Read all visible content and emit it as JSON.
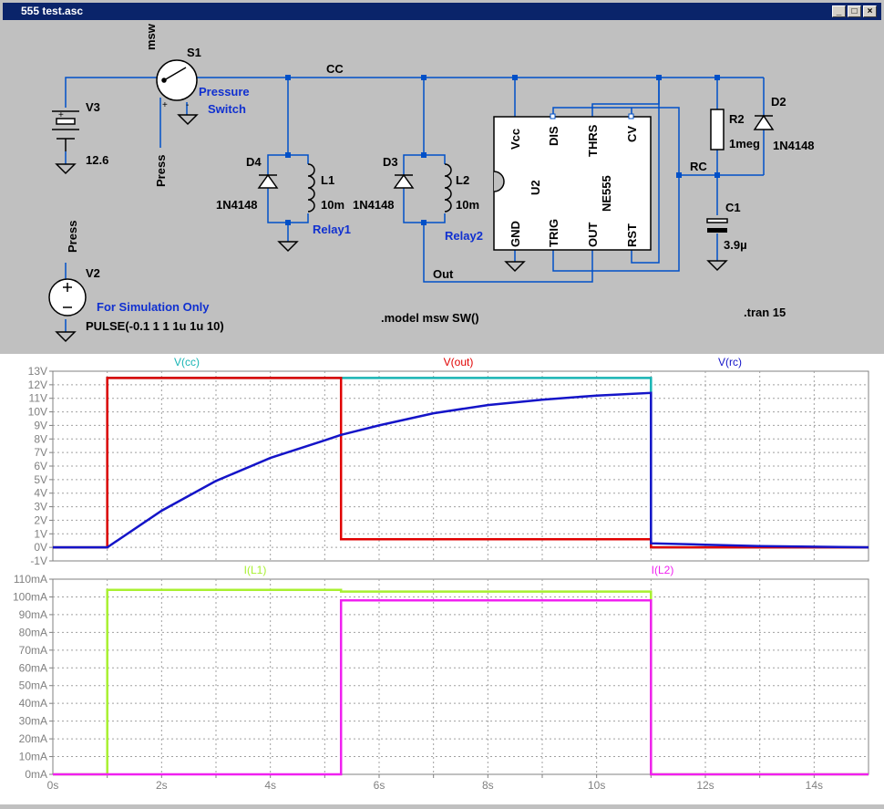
{
  "window": {
    "title": "555 test.asc",
    "buttons": [
      "_",
      "□",
      "×"
    ]
  },
  "schematic": {
    "net_cc": "CC",
    "net_rc": "RC",
    "net_out": "Out",
    "net_press": "Press",
    "v3": {
      "name": "V3",
      "value": "12.6"
    },
    "s1": {
      "name": "S1",
      "model": "msw",
      "note1": "Pressure",
      "note2": "Switch"
    },
    "d4": {
      "name": "D4",
      "model": "1N4148"
    },
    "l1": {
      "name": "L1",
      "value": "10m",
      "note": "Relay1"
    },
    "d3": {
      "name": "D3",
      "model": "1N4148"
    },
    "l2": {
      "name": "L2",
      "value": "10m",
      "note": "Relay2"
    },
    "u2": {
      "name": "U2",
      "part": "NE555",
      "pins": {
        "vcc": "Vcc",
        "dis": "DIS",
        "thrs": "THRS",
        "cv": "CV",
        "gnd": "GND",
        "trig": "TRIG",
        "out": "OUT",
        "rst": "RST"
      }
    },
    "r2": {
      "name": "R2",
      "value": "1meg"
    },
    "d2": {
      "name": "D2",
      "model": "1N4148"
    },
    "c1": {
      "name": "C1",
      "value": "3.9µ"
    },
    "v2": {
      "name": "V2",
      "value": "PULSE(-0.1 1 1 1u 1u 10)",
      "note": "For Simulation Only"
    },
    "directive_model": ".model msw SW()",
    "directive_tran": ".tran 15",
    "plus_sign": "+",
    "minus_sign": "-"
  },
  "colors": {
    "vcc": "#18b4b4",
    "vout": "#e00000",
    "vrc": "#1414c8",
    "il1": "#a8f030",
    "il2": "#f020f0",
    "wire": "#0050c8",
    "note": "#1030d0"
  },
  "chart_data": [
    {
      "type": "line",
      "title": "",
      "xlabel": "",
      "ylabel": "",
      "xlim": [
        0,
        15
      ],
      "ylim": [
        -1,
        13
      ],
      "grid": true,
      "y_ticks": [
        "13V",
        "12V",
        "11V",
        "10V",
        "9V",
        "8V",
        "7V",
        "6V",
        "5V",
        "4V",
        "3V",
        "2V",
        "1V",
        "0V",
        "-1V"
      ],
      "series": [
        {
          "name": "V(cc)",
          "x": [
            0,
            1,
            1,
            11,
            11,
            15
          ],
          "y": [
            0,
            0,
            12.5,
            12.5,
            0,
            0
          ]
        },
        {
          "name": "V(out)",
          "x": [
            0,
            1,
            1,
            5.3,
            5.3,
            11,
            11,
            15
          ],
          "y": [
            0,
            0,
            12.5,
            12.5,
            0.6,
            0.6,
            0,
            0
          ]
        },
        {
          "name": "V(rc)",
          "x": [
            0,
            1,
            2,
            3,
            4,
            5,
            5.3,
            6,
            7,
            8,
            9,
            10,
            11,
            11,
            12,
            13,
            15
          ],
          "y": [
            0,
            0,
            2.7,
            4.9,
            6.6,
            7.9,
            8.3,
            9.0,
            9.9,
            10.5,
            10.9,
            11.2,
            11.4,
            0.3,
            0.2,
            0.1,
            0.0
          ]
        }
      ]
    },
    {
      "type": "line",
      "title": "",
      "xlabel": "",
      "ylabel": "",
      "xlim": [
        0,
        15
      ],
      "ylim": [
        0,
        110
      ],
      "grid": true,
      "y_ticks": [
        "110mA",
        "100mA",
        "90mA",
        "80mA",
        "70mA",
        "60mA",
        "50mA",
        "40mA",
        "30mA",
        "20mA",
        "10mA",
        "0mA"
      ],
      "x_ticks": [
        "0s",
        "2s",
        "4s",
        "6s",
        "8s",
        "10s",
        "12s",
        "14s"
      ],
      "series": [
        {
          "name": "I(L1)",
          "x": [
            0,
            1,
            1,
            5.3,
            5.3,
            11,
            11,
            15
          ],
          "y": [
            0,
            0,
            104,
            104,
            103,
            103,
            0,
            0
          ]
        },
        {
          "name": "I(L2)",
          "x": [
            0,
            5.3,
            5.3,
            11,
            11,
            15
          ],
          "y": [
            0,
            0,
            98,
            98,
            0,
            0
          ]
        }
      ]
    }
  ]
}
